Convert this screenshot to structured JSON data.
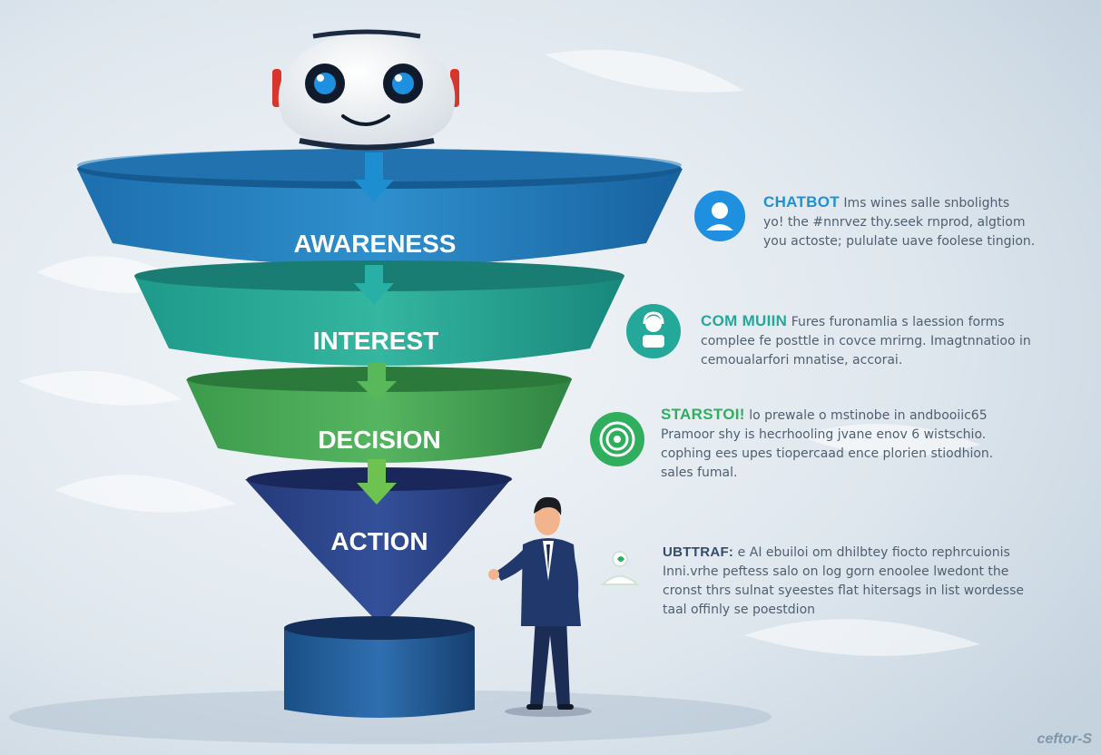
{
  "stages": [
    "AWARENESS",
    "INTEREST",
    "DECISION",
    "ACTION"
  ],
  "panels": [
    {
      "heading": "CHATBOT",
      "lines": [
        "Ims wines salle snbolights",
        "yo! the #nnrvez thy.seek rnprod, algtiom",
        "you actoste; pululate uave foolese tingion."
      ],
      "color": "#1f8fd9"
    },
    {
      "heading": "COM MUIIN",
      "lines": [
        "Fures furonamlia s laession forms",
        "complee fe posttle in covce mrirng. Imagtnnatioo in",
        "cemoualarfori mnatise, accorai."
      ],
      "color": "#24a89a"
    },
    {
      "heading": "STARSTOI!",
      "lines": [
        "lo prewale o mstinobe in andbooiic65",
        "Pramoor shy is hecrhooling jvane enov 6 wistschio.",
        "cophing ees upes tiopercaad ence plorien stiodhion.",
        "sales fumal."
      ],
      "color": "#2faf5e"
    },
    {
      "heading": "UBTTRAF:",
      "lines": [
        "e AI ebuiloi om dhilbtey fiocto rephrcuionis",
        "Inni.vrhe peftess salo on log gorn enoolee lwedont the",
        "cronst thrs sulnat syeestes flat hitersags in list wordesse",
        "taal offinly se poestdion"
      ],
      "color": "#344c6c"
    }
  ],
  "watermark": "ceftor-S"
}
